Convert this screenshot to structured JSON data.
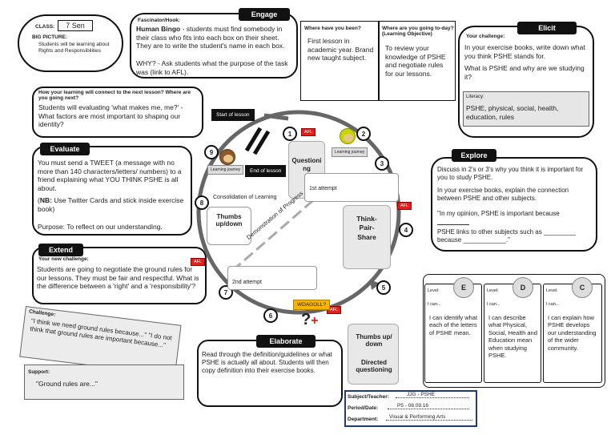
{
  "class": {
    "label": "CLASS:",
    "value": "7 Sen"
  },
  "big_picture": {
    "label": "BIG PICTURE:",
    "text": "Students will be learning about Rights and Responsibilities"
  },
  "engage": {
    "tag": "Engage",
    "heading": "Fascinator/Hook:",
    "title": "Human Bingo",
    "text": " - students must find somebody in their class who fits into each box on their sheet. They are to write the student's name in each box.",
    "why": "WHY? - Ask students what the purpose of the task was (link to AFL)."
  },
  "where_been": {
    "heading": "Where have you been?",
    "text": "First lesson in academic year. Brand new taught subject."
  },
  "where_going": {
    "heading": "Where are you going to-day? (Learning Objective)",
    "text": "To review your knowledge of PSHE and negotiate rules for our lessons."
  },
  "elicit": {
    "tag": "Elicit",
    "heading": "Your challenge:",
    "text1": "In your exercise books, write down what you think PSHE stands for.",
    "text2": "What is PSHE and why are we studying it?",
    "literacy_label": "Literacy:",
    "literacy_text": "PSHE, physical, social, health, education, rules"
  },
  "connect": {
    "heading": "How your learning will connect to the next lesson? Where are you going next?",
    "text": "Students will evaluating 'what makes me, me?' - What factors are most important to shaping our identity?"
  },
  "evaluate": {
    "tag": "Evaluate",
    "text1": "You must send a TWEET (a message with no more than 140 characters/letters/ numbers) to a friend explaining what YOU THINK PSHE is all about.",
    "nb_label": "NB:",
    "nb_text": " Use Twitter Cards and stick inside exercise book)",
    "nb_open": "(",
    "purpose": "Purpose: To reflect on our understanding."
  },
  "extend": {
    "tag": "Extend",
    "heading": "Your new challenge:",
    "text": "Students are going to negotiate the ground rules for our lessons. They must be fair and respectful. What is the difference between a 'right' and a 'responsibility'?"
  },
  "challenge": {
    "label": "Challenge:",
    "text": "\"I think we need ground rules because...\" \"I do not think that ground rules are important because...\""
  },
  "support": {
    "label": "Support:",
    "text": "\"Ground rules are...\""
  },
  "explore": {
    "tag": "Explore",
    "text1": "Discuss in 2's or 3's why you think it is important for you to study PSHE.",
    "text2": "In your exercise books, explain the connection between PSHE and other subjects.",
    "text3": "\"In my opinion, PSHE is important because",
    "text4": "PSHE links to other subjects such as _________ because ____________.\""
  },
  "cycle": {
    "start": "Start of lesson",
    "end": "End of lesson",
    "learning_journey": "Learning journey",
    "consolidation": "Consolidation of Learning",
    "progress": "Demonstration of Progress",
    "questioning": "Questioning",
    "first_attempt": "1st  attempt",
    "second_attempt": "2nd attempt",
    "think_pair_share": "Think-Pair-Share",
    "thumbs": "Thumbs up/down",
    "thumbs2": "Thumbs up/ down",
    "directed": "Directed questioning",
    "wdagoll": "WDAGOLL?",
    "afl": "AFL",
    "numbers": [
      "1",
      "2",
      "3",
      "4",
      "5",
      "6",
      "7",
      "8",
      "9"
    ]
  },
  "elaborate": {
    "tag": "Elaborate",
    "text": "Read through the definition/guidelines or what PSHE is actually all about. Students will then copy definition into their exercise books."
  },
  "levels": [
    {
      "badge": "E",
      "label": "Level:",
      "ican": "I can...",
      "text": "I can identify what each of the letters of PSHE mean."
    },
    {
      "badge": "D",
      "label": "Level:",
      "ican": "I can...",
      "text": "I can describe what Physical, Social, Health and Education mean when studying PSHE."
    },
    {
      "badge": "C",
      "label": "Level:",
      "ican": "I can...",
      "text": "I can explain how PSHE develops our understanding of the wider community."
    }
  ],
  "footer": {
    "subject_label": "Subject/Teacher:",
    "subject_value": "JJG - PSHE",
    "period_label": "Period/Date:",
    "period_value": "P5 - 08.09.16",
    "dept_label": "Department:",
    "dept_value": "Visual & Performing Arts"
  },
  "colors": {
    "afl": "#e0201b",
    "wdagoll": "#f7b500",
    "literacy": "#e6e6e6"
  }
}
